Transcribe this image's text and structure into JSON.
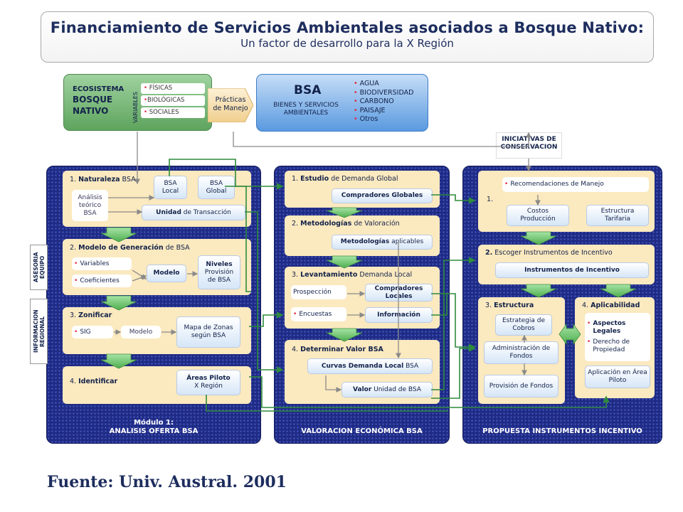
{
  "header": {
    "title": "Financiamiento de Servicios Ambientales asociados a Bosque Nativo:",
    "subtitle": "Un factor de desarrollo para la X Región"
  },
  "ecosystem": {
    "label_top": "ECOSISTEMA",
    "label_main1": "BOSQUE",
    "label_main2": "NATIVO",
    "variables_label": "VARIABLES",
    "items": [
      "FÍSICAS",
      "BIOLÓGICAS",
      "SOCIALES"
    ]
  },
  "practices": {
    "line1": "Prácticas",
    "line2": "de Manejo"
  },
  "bsa": {
    "big": "BSA",
    "small": "BIENES Y SERVICIOS AMBIENTALES",
    "items": [
      "AGUA",
      "BIODIVERSIDAD",
      "CARBONO",
      "PAISAJE",
      "Otros"
    ]
  },
  "initiatives": "INICIATIVAS DE CONSERVACION",
  "side_tags": {
    "asesoria": "ASESORIA EQUIPO",
    "informacion": "INFORMACION REGIONAL"
  },
  "module1": {
    "title1": "Módulo 1:",
    "title2": "ANALISIS OFERTA BSA",
    "p1": {
      "num": "1.",
      "bold": "Naturaleza",
      "rest": "BSA",
      "analisis": "Análisis teórico BSA",
      "local": "BSA Local",
      "global": "BSA Global",
      "unidad_bold": "Unidad",
      "unidad_rest": "de Transacción"
    },
    "p2": {
      "num": "2.",
      "bold": "Modelo de Generación",
      "rest": "de BSA",
      "variables": "Variables",
      "coeficientes": "Coeficientes",
      "modelo": "Modelo",
      "niveles_bold": "Niveles",
      "niveles_rest": "Provisión de BSA"
    },
    "p3": {
      "num": "3.",
      "bold": "Zonificar",
      "sig": "SIG",
      "modelo": "Modelo",
      "mapa": "Mapa de Zonas según BSA"
    },
    "p4": {
      "num": "4.",
      "bold": "Identificar",
      "areas_bold": "Áreas Piloto",
      "areas_rest": "X Región"
    }
  },
  "module2": {
    "title2": "VALORACION ECONÓMICA BSA",
    "p1": {
      "num": "1.",
      "bold": "Estudio",
      "rest": "de Demanda Global",
      "compradores": "Compradores Globales"
    },
    "p2": {
      "num": "2.",
      "bold": "Metodologías",
      "rest": "de Valoración",
      "metodologias_bold": "Metodologías",
      "metodologias_rest": "aplicables"
    },
    "p3": {
      "num": "3.",
      "bold": "Levantamiento",
      "rest": "Demanda Local",
      "prospeccion": "Prospección",
      "compradores_locales": "Compradores Locales",
      "encuestas": "Encuestas",
      "informacion": "Información"
    },
    "p4": {
      "num": "4.",
      "bold": "Determinar Valor BSA",
      "curvas_bold": "Curvas Demanda Local",
      "curvas_rest": "BSA",
      "valor_bold": "Valor",
      "valor_rest": "Unidad de BSA"
    }
  },
  "module3": {
    "title2": "PROPUESTA INSTRUMENTOS INCENTIVO",
    "p1": {
      "num": "1.",
      "recomendaciones": "Recomendaciones de Manejo",
      "costos": "Costos Producción",
      "estructura": "Estructura Tarifaria"
    },
    "p2": {
      "num": "2.",
      "rest": "Escoger Instrumentos de Incentivo",
      "instrumentos": "Instrumentos de Incentivo"
    },
    "p3": {
      "num": "3.",
      "bold": "Estructura",
      "estrategia": "Estrategia de Cobros",
      "administracion": "Administración de Fondos",
      "provision": "Provisión de Fondos"
    },
    "p4": {
      "num": "4.",
      "bold": "Aplicabilidad",
      "aspectos": "Aspectos Legales",
      "derecho": "Derecho de Propiedad",
      "aplicacion": "Aplicación en Área Piloto"
    }
  },
  "source": "Fuente: Univ. Austral. 2001",
  "colors": {
    "module_bg": "#1f2b84",
    "panel_bg": "#fbe9bf",
    "connector": "#2e8b3d",
    "chevron": "#6cc36c",
    "accent": "#e3263e"
  }
}
